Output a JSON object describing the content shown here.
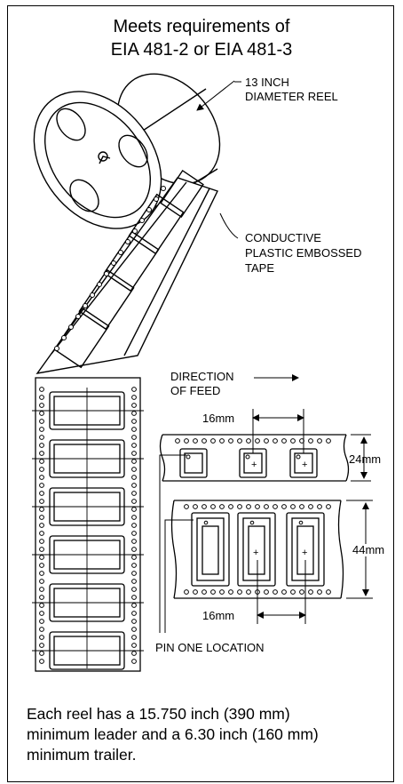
{
  "title": {
    "line1": "Meets requirements of",
    "line2": "EIA 481-2 or EIA 481-3"
  },
  "labels": {
    "reel_line1": "13 INCH",
    "reel_line2": "DIAMETER REEL",
    "tape_line1": "CONDUCTIVE",
    "tape_line2": "PLASTIC EMBOSSED",
    "tape_line3": "TAPE",
    "direction_line1": "DIRECTION",
    "direction_line2": "OF FEED",
    "pitch_top": "16mm",
    "width_top": "24mm",
    "width_bottom": "44mm",
    "pitch_bottom": "16mm",
    "pin_one": "PIN ONE LOCATION"
  },
  "footer": {
    "line1": "Each reel has a 15.750 inch (390 mm)",
    "line2": "minimum leader and a 6.30 inch (160 mm)",
    "line3": "minimum trailer."
  }
}
